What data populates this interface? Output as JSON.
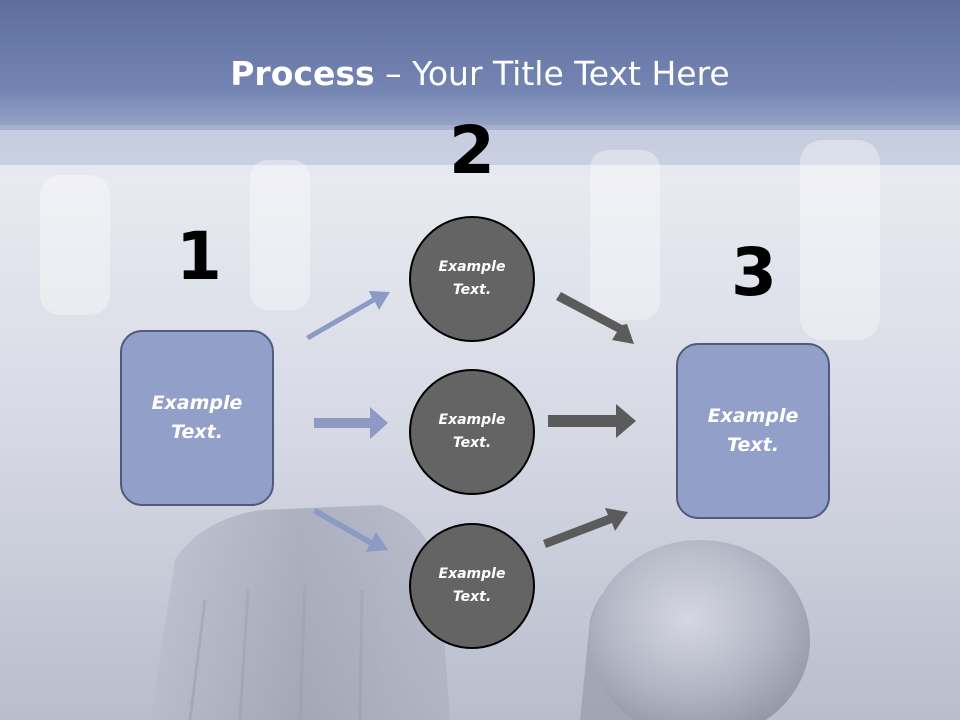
{
  "title": {
    "bold": "Process",
    "rest": " – Your Title Text Here"
  },
  "steps": {
    "one": {
      "number": "1",
      "label": "Example\nText."
    },
    "two": {
      "number": "2",
      "circles": [
        "Example\nText.",
        "Example\nText.",
        "Example\nText."
      ]
    },
    "three": {
      "number": "3",
      "label": "Example\nText."
    }
  },
  "colors": {
    "header": "#6f80ad",
    "box_fill": "#929fc8",
    "box_border": "#4f5a7c",
    "circle_fill": "#646464",
    "arrow_left": "#8d9ac4",
    "arrow_right": "#5b5b5b"
  }
}
